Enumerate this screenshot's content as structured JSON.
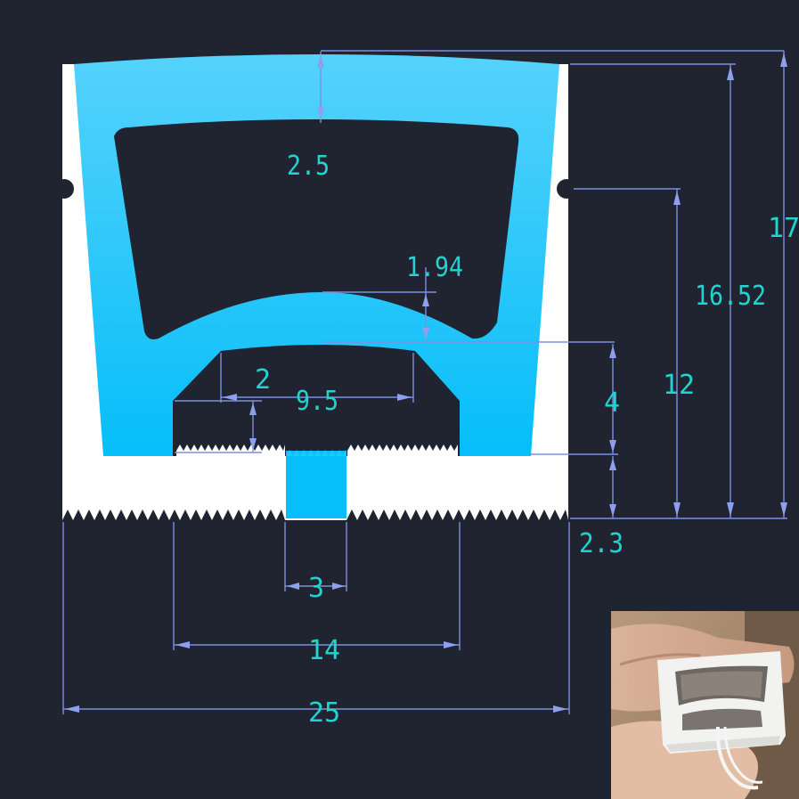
{
  "dimensions": {
    "top_wall": "2.5",
    "arch_thickness": "1.94",
    "lower_step": "2",
    "lower_width": "9.5",
    "lower_height": "4",
    "base_thickness": "2.3",
    "notch_height": "12",
    "inner_height": "16.52",
    "total_height": "17",
    "slot_width": "3",
    "channel_width": "14",
    "total_width": "25"
  },
  "colors": {
    "background": "#1f2430",
    "profile_white": "#ffffff",
    "diffuser_blue": "#1ec8f8",
    "dimension_text": "#22d3d0",
    "dimension_line": "#7d8fe0"
  }
}
